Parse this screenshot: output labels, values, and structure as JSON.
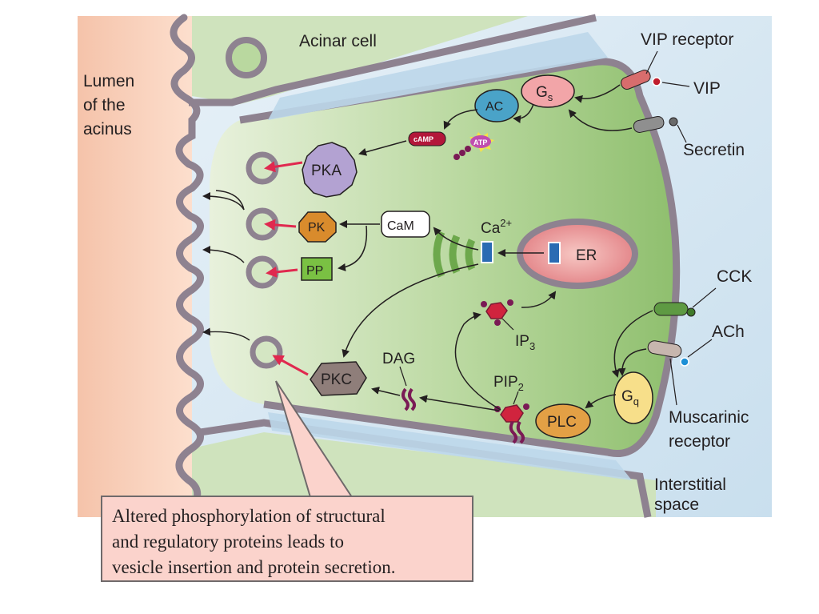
{
  "labels": {
    "acinar_cell": "Acinar cell",
    "lumen": [
      "Lumen",
      "of the",
      "acinus"
    ],
    "vip_receptor": "VIP receptor",
    "vip": "VIP",
    "secretin": "Secretin",
    "gs_main": "G",
    "gs_sub": "s",
    "ac": "AC",
    "camp": "cAMP",
    "atp": "ATP",
    "pka": "PKA",
    "pk": "PK",
    "pp": "PP",
    "cam": "CaM",
    "ca_main": "Ca",
    "ca_sup": "2+",
    "er": "ER",
    "cck": "CCK",
    "ach": "ACh",
    "ip3_main": "IP",
    "ip3_sub": "3",
    "dag": "DAG",
    "pip2_main": "PIP",
    "pip2_sub": "2",
    "gq_main": "G",
    "gq_sub": "q",
    "plc": "PLC",
    "pkc": "PKC",
    "muscarinic": [
      "Muscarinic",
      "receptor"
    ],
    "interstitial": [
      "Interstitial",
      "space"
    ]
  },
  "caption": [
    "Altered phosphorylation of structural",
    "and regulatory proteins leads to",
    "vesicle insertion and protein secretion."
  ],
  "colors": {
    "lumen": "#f9cdb5",
    "cell_interior": "#a9cf8d",
    "interstitial": "#d6e8f3",
    "membrane": "#8e8290",
    "ca_channel": "#2a6bb3",
    "arrow_red": "#e0294f",
    "pka": "#b3a2d2",
    "pk": "#d98b2c",
    "pp": "#7ac143",
    "ac": "#4aa3c8",
    "gs": "#f2a5a8",
    "gq": "#f7df8a",
    "plc": "#e3a045",
    "pkc": "#8f7e7a",
    "er": "#e8878a",
    "camp": "#b3173a",
    "atp": "#c04db0"
  }
}
